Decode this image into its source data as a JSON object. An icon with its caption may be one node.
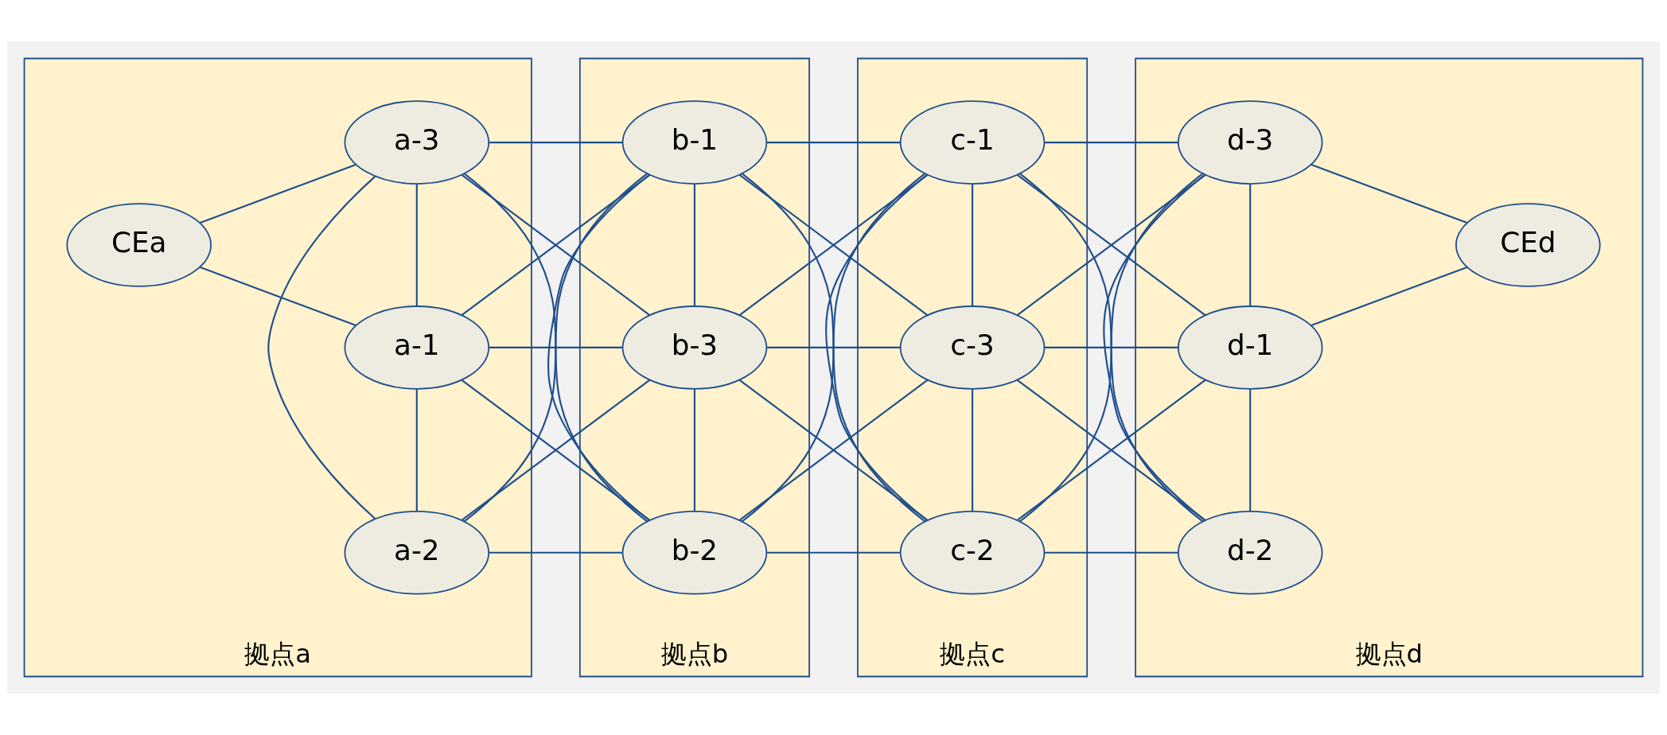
{
  "diagram": {
    "nodes": [
      {
        "text": [
          "拠点a"
        ]
      },
      {
        "text": [
          "CEa"
        ],
        "in": 0
      },
      {
        "text": [
          "a-1"
        ],
        "in": 0
      },
      {
        "text": [
          "a-2"
        ],
        "in": 0
      },
      {
        "text": [
          "a-3"
        ],
        "in": 0
      },
      {
        "text": [
          "拠点b"
        ]
      },
      {
        "text": [
          "b-1"
        ],
        "in": 5
      },
      {
        "text": [
          "b-2"
        ],
        "in": 5
      },
      {
        "text": [
          "b-3"
        ],
        "in": 5
      },
      {
        "text": [
          "拠点c"
        ]
      },
      {
        "text": [
          "c-1"
        ],
        "in": 9
      },
      {
        "text": [
          "c-2"
        ],
        "in": 9
      },
      {
        "text": [
          "c-3"
        ],
        "in": 9
      },
      {
        "text": [
          "拠点d"
        ]
      },
      {
        "text": [
          "d-1"
        ],
        "in": 13
      },
      {
        "text": [
          "d-2"
        ],
        "in": 13
      },
      {
        "text": [
          "d-3"
        ],
        "in": 13
      },
      {
        "text": [
          "CEd"
        ],
        "in": 13
      }
    ],
    "edges": [
      {
        "from": 1,
        "to": 2,
        "arrow": "none"
      },
      {
        "from": 1,
        "to": 4,
        "arrow": "none"
      },
      {
        "from": 2,
        "to": 3,
        "arrow": "none"
      },
      {
        "from": 3,
        "to": 4,
        "arrow": "none"
      },
      {
        "from": 2,
        "to": 4,
        "arrow": "none"
      },
      {
        "from": 2,
        "to": 6,
        "arrow": "none"
      },
      {
        "from": 2,
        "to": 7,
        "arrow": "none"
      },
      {
        "from": 2,
        "to": 8,
        "arrow": "none"
      },
      {
        "from": 3,
        "to": 6,
        "arrow": "none"
      },
      {
        "from": 3,
        "to": 7,
        "arrow": "none"
      },
      {
        "from": 3,
        "to": 8,
        "arrow": "none"
      },
      {
        "from": 4,
        "to": 6,
        "arrow": "none"
      },
      {
        "from": 4,
        "to": 7,
        "arrow": "none"
      },
      {
        "from": 4,
        "to": 8,
        "arrow": "none"
      },
      {
        "from": 6,
        "to": 7,
        "arrow": "none"
      },
      {
        "from": 7,
        "to": 8,
        "arrow": "none"
      },
      {
        "from": 6,
        "to": 8,
        "arrow": "none"
      },
      {
        "from": 6,
        "to": 10,
        "arrow": "none"
      },
      {
        "from": 6,
        "to": 11,
        "arrow": "none"
      },
      {
        "from": 6,
        "to": 12,
        "arrow": "none"
      },
      {
        "from": 7,
        "to": 10,
        "arrow": "none"
      },
      {
        "from": 7,
        "to": 11,
        "arrow": "none"
      },
      {
        "from": 7,
        "to": 12,
        "arrow": "none"
      },
      {
        "from": 8,
        "to": 10,
        "arrow": "none"
      },
      {
        "from": 8,
        "to": 11,
        "arrow": "none"
      },
      {
        "from": 8,
        "to": 12,
        "arrow": "none"
      },
      {
        "from": 10,
        "to": 11,
        "arrow": "none"
      },
      {
        "from": 11,
        "to": 12,
        "arrow": "none"
      },
      {
        "from": 10,
        "to": 12,
        "arrow": "none"
      },
      {
        "from": 10,
        "to": 14,
        "arrow": "none"
      },
      {
        "from": 10,
        "to": 15,
        "arrow": "none"
      },
      {
        "from": 10,
        "to": 16,
        "arrow": "none"
      },
      {
        "from": 11,
        "to": 14,
        "arrow": "none"
      },
      {
        "from": 11,
        "to": 15,
        "arrow": "none"
      },
      {
        "from": 11,
        "to": 16,
        "arrow": "none"
      },
      {
        "from": 12,
        "to": 14,
        "arrow": "none"
      },
      {
        "from": 12,
        "to": 15,
        "arrow": "none"
      },
      {
        "from": 12,
        "to": 16,
        "arrow": "none"
      },
      {
        "from": 14,
        "to": 15,
        "arrow": "none"
      },
      {
        "from": 15,
        "to": 16,
        "arrow": "none"
      },
      {
        "from": 14,
        "to": 16,
        "arrow": "none"
      },
      {
        "from": 14,
        "to": 17,
        "arrow": "none"
      },
      {
        "from": 16,
        "to": 17,
        "arrow": "none"
      }
    ]
  }
}
